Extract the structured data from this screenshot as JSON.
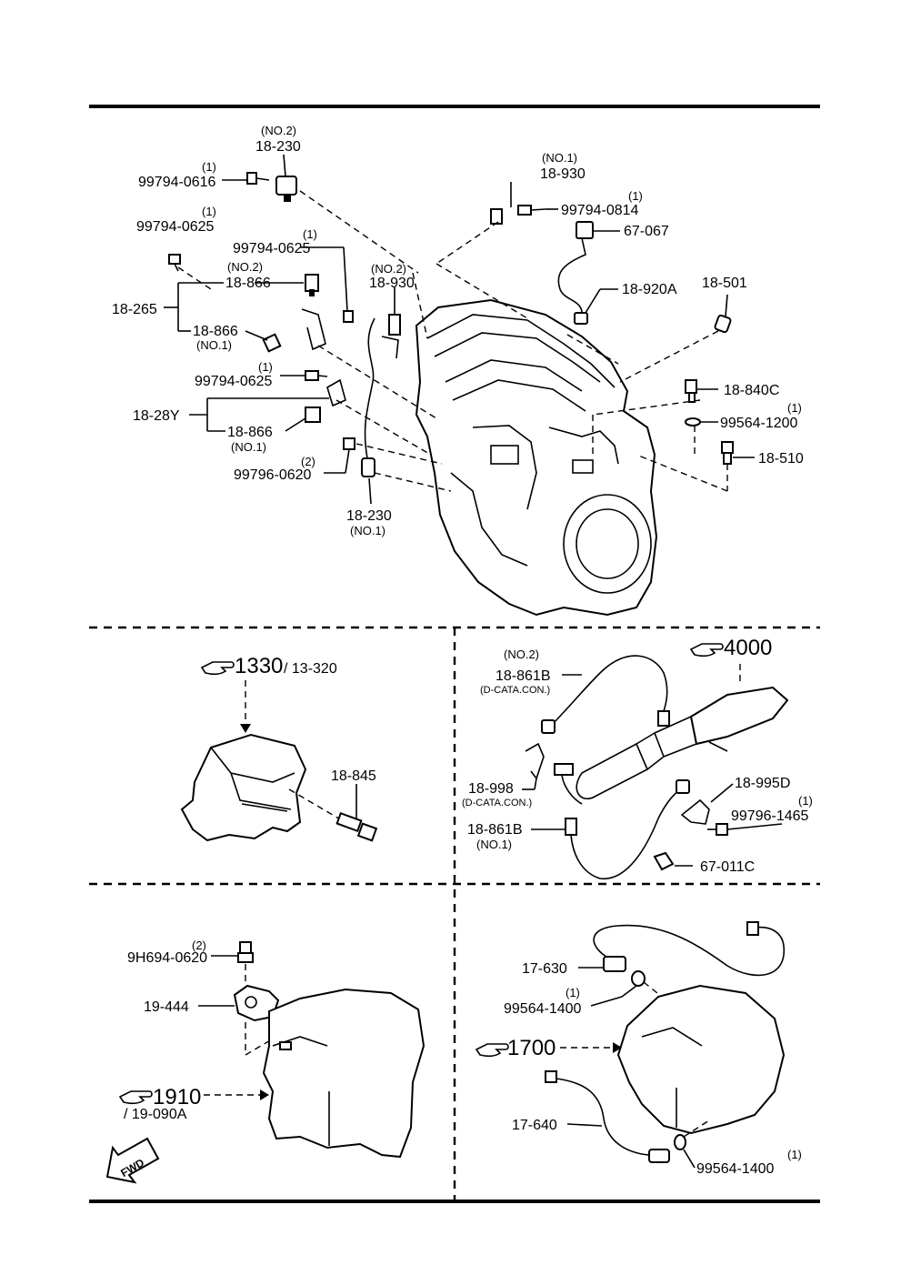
{
  "top": {
    "l_no2_a": "(NO.2)",
    "l_18_230": "18-230",
    "l_q1_a": "(1)",
    "l_99794_0616": "99794-0616",
    "l_q1_b": "(1)",
    "l_99794_0625_a": "99794-0625",
    "l_q1_c": "(1)",
    "l_99794_0625_b": "99794-0625",
    "l_no2_b": "(NO.2)",
    "l_18_866_a": "18-866",
    "l_18_265": "18-265",
    "l_18_866_b": "18-866",
    "l_no1_a": "(NO.1)",
    "l_q1_d": "(1)",
    "l_99794_0625_c": "99794-0625",
    "l_18_28y": "18-28Y",
    "l_18_866_c": "18-866",
    "l_no1_b": "(NO.1)",
    "l_q2_a": "(2)",
    "l_99796_0620": "99796-0620",
    "l_18_230_b": "18-230",
    "l_no1_c": "(NO.1)",
    "l_no2_c": "(NO.2)",
    "l_18_930_a": "18-930",
    "l_no1_d": "(NO.1)",
    "l_18_930_b": "18-930",
    "l_q1_e": "(1)",
    "l_99794_0814": "99794-0814",
    "l_67_067": "67-067",
    "l_18_920a": "18-920A",
    "l_18_501": "18-501",
    "l_18_840c": "18-840C",
    "l_q1_f": "(1)",
    "l_99564_1200": "99564-1200",
    "l_18_510": "18-510"
  },
  "mid_left": {
    "ref_main": "1330",
    "ref_sub": "/ 13-320",
    "l_18_845": "18-845"
  },
  "mid_right": {
    "ref_main": "4000",
    "l_no2": "(NO.2)",
    "l_18_861b_a": "18-861B",
    "l_dcata_a": "(D-CATA.CON.)",
    "l_18_998": "18-998",
    "l_dcata_b": "(D-CATA.CON.)",
    "l_18_861b_b": "18-861B",
    "l_no1": "(NO.1)",
    "l_18_995d": "18-995D",
    "l_q1": "(1)",
    "l_99796_1465": "99796-1465",
    "l_67_011c": "67-011C"
  },
  "bot_left": {
    "l_q2": "(2)",
    "l_9h694": "9H694-0620",
    "l_19_444": "19-444",
    "ref_main": "1910",
    "ref_sub": "/ 19-090A",
    "fwd": "FWD"
  },
  "bot_right": {
    "l_17_630": "17-630",
    "l_q1_a": "(1)",
    "l_99564_1400_a": "99564-1400",
    "ref_main": "1700",
    "l_17_640": "17-640",
    "l_q1_b": "(1)",
    "l_99564_1400_b": "99564-1400"
  },
  "icons": [
    "pointing-hand-icon",
    "fwd-arrow-icon"
  ]
}
